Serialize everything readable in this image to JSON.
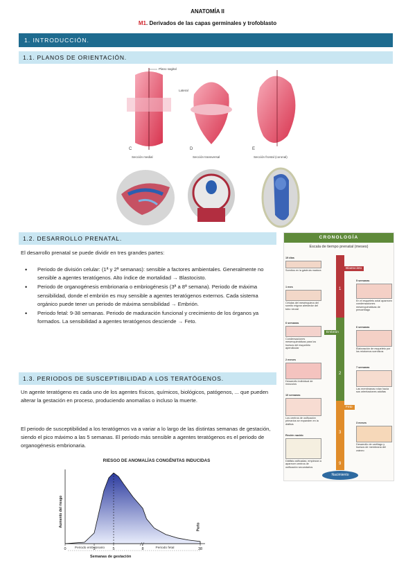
{
  "header": {
    "title": "ANATOMÍA II",
    "module_code": "M1",
    "module_title": ". Derivados de las capas germinales y trofoblasto"
  },
  "sections": {
    "intro": "1. INTRODUCCIÓN.",
    "planos": "1.1. PLANOS DE ORIENTACIÓN.",
    "desarrollo": "1.2. DESARROLLO PRENATAL.",
    "periodos": "1.3. PERIODOS DE SUSCEPTIBILIDAD A LOS TERATÓGENOS."
  },
  "figure_planes": {
    "labels": {
      "plano_sagital": "Plano sagital",
      "lateral": "Lateral",
      "c": "C",
      "d": "D",
      "e": "E",
      "seccion_medial": "Sección medial",
      "seccion_transversal": "Sección transversal",
      "seccion_frontal": "Sección frontal (coronal)"
    }
  },
  "desarrollo": {
    "intro": "El desarrollo prenatal se puede dividir en tres grandes partes:",
    "items": [
      "Periodo de división celular: (1ª y 2ª semanas): sensible a factores ambientales. Generalmente no sensible a agentes teratógenos. Alto índice de mortalidad → Blastocisto.",
      "Periodo de organogénesis embrionaria o embriogénesis (3ª a 8ª semana). Periodo de máxima sensibilidad, donde el embrión es muy sensible a agentes teratógenos externos. Cada sistema orgánico puede tener un periodo de máxima sensibilidad → Embrión.",
      "Periodo fetal: 9-38 semanas. Periodo de maduración funcional y crecimiento de los órganos ya formados. La sensibilidad a agentes teratógenos desciende → Feto."
    ]
  },
  "periodos": {
    "p1": "Un agente teratógeno es cada uno de los agentes físicos, químicos, biológicos, patógenos, ... que pueden alterar la gestación en proceso, produciendo anomalías o incluso la muerte.",
    "p2": "El periodo de susceptibilidad a los teratógenos va a variar a lo largo de las distintas semanas de gestación, siendo el pico máximo a las 5 semanas. El periodo más sensible a agentes teratógenos es el periodo de organogénesis embrionaria."
  },
  "cronologia": {
    "header": "CRONOLOGÍA",
    "subtitle": "Escala de tiempo prenatal (meses)",
    "stages": [
      "Blastocisto",
      "Embrión",
      "Feto",
      "Nacimiento"
    ],
    "months": [
      "1",
      "2",
      "3",
      "9"
    ],
    "notes": [
      {
        "title": "19 días",
        "text": "Somitos en la gástrula madura"
      },
      {
        "title": "1 mes",
        "text": "Células del mesénquima del somito migran alrededor del tubo neural"
      },
      {
        "title": "6 semanas",
        "text": "Condensaciones mesenquimáticas para los huesos del esqueleto apendicular"
      },
      {
        "title": "2 meses",
        "text": "Desarrollo individual de músculos"
      },
      {
        "title": "10 semanas",
        "text": "Los centros de osificación primarios se expanden en la diáfisis"
      },
      {
        "title": "Recién nacido",
        "text": "Diáfisis osificadas; empiezan a aparecer centros de osificación secundarios"
      },
      {
        "title": "5 semanas",
        "text": "En el esqueleto axial aparecen condensaciones mesenquimáticas de precartílago"
      },
      {
        "title": "6 semanas",
        "text": "Elaboración de esqueleto por los miotomos somíticos"
      },
      {
        "title": "7 semanas",
        "text": "Las membranas rotan hacia sus orientaciones adultas"
      },
      {
        "title": "3 meses",
        "text": "Desarrollo de cartílago y huesos de membrana del cráneo"
      }
    ]
  },
  "chart_data": {
    "type": "area",
    "title": "RIESGO DE ANOMALÍAS CONGÉNITAS INDUCIDAS",
    "xlabel": "Semanas de gestación",
    "ylabel": "Aumento del riesgo",
    "x_ticks": [
      "0",
      "3",
      "5",
      "8",
      "38"
    ],
    "period_labels": [
      "Periodo embrionario",
      "Periodo fetal"
    ],
    "end_label": "Parto",
    "x": [
      0,
      2,
      3,
      3.5,
      4,
      4.5,
      5,
      5.5,
      6,
      7,
      8,
      10,
      14,
      20,
      26,
      32,
      38
    ],
    "y": [
      0,
      0.02,
      0.15,
      0.45,
      0.75,
      0.93,
      1.0,
      0.95,
      0.85,
      0.66,
      0.5,
      0.35,
      0.22,
      0.13,
      0.08,
      0.05,
      0.03
    ],
    "peak_week": 5,
    "fill_color": "#2b3a9e",
    "grid": false
  }
}
